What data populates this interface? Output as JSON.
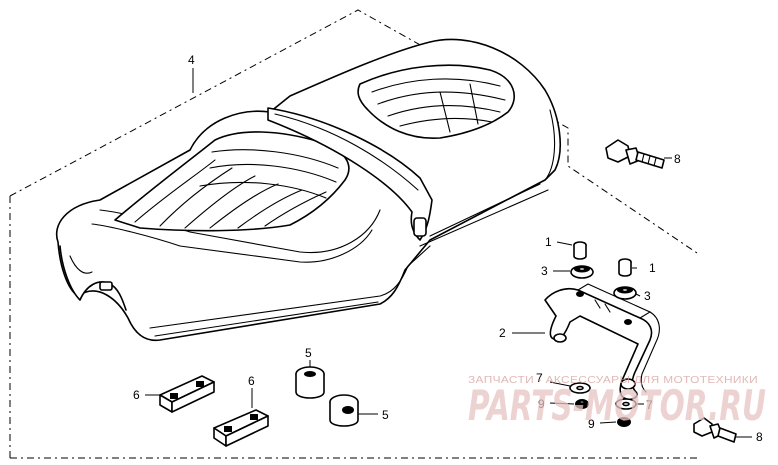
{
  "callouts": {
    "c1a": "1",
    "c1b": "1",
    "c2": "2",
    "c3a": "3",
    "c3b": "3",
    "c4": "4",
    "c5a": "5",
    "c5b": "5",
    "c6a": "6",
    "c6b": "6",
    "c7a": "7",
    "c7b": "7",
    "c8a": "8",
    "c8b": "8",
    "c9a": "9",
    "c9b": "9"
  },
  "watermark": {
    "caption": "ЗАПЧАСТИ - АКСЕССУАРЫ ДЛЯ МОТОТЕХНИКИ",
    "logo": "PARTS-MOTOR.RU"
  }
}
